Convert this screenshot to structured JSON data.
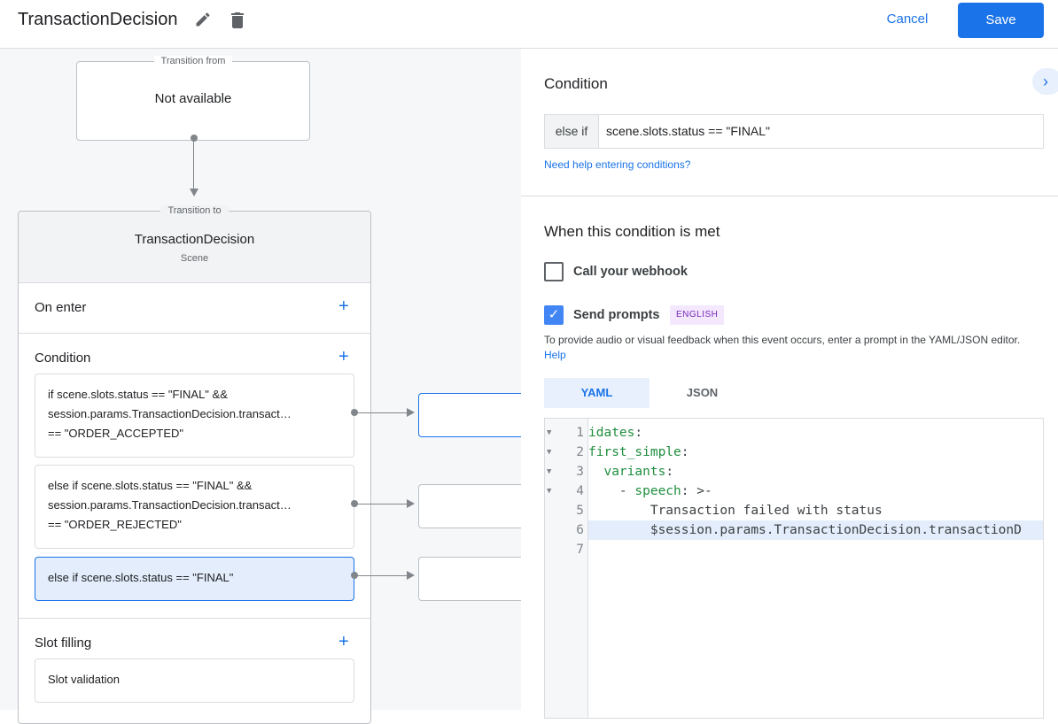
{
  "header": {
    "title": "TransactionDecision",
    "cancel": "Cancel",
    "save": "Save"
  },
  "canvas": {
    "transition_from": {
      "legend": "Transition from",
      "value": "Not available"
    },
    "transition_to": {
      "legend": "Transition to",
      "scene_name": "TransactionDecision",
      "scene_type": "Scene"
    },
    "on_enter": "On enter",
    "condition": "Condition",
    "conditions": [
      {
        "lines": [
          "if scene.slots.status == \"FINAL\" &&",
          "session.params.TransactionDecision.transact…",
          "== \"ORDER_ACCEPTED\""
        ]
      },
      {
        "lines": [
          "else if scene.slots.status == \"FINAL\" &&",
          "session.params.TransactionDecision.transact…",
          "== \"ORDER_REJECTED\""
        ]
      },
      {
        "lines": [
          "else if scene.slots.status == \"FINAL\""
        ]
      }
    ],
    "slot_filling": "Slot filling",
    "slot_validation": "Slot validation"
  },
  "panel": {
    "condition_title": "Condition",
    "condition_prefix": "else if",
    "condition_value": "scene.slots.status == \"FINAL\"",
    "help_link": "Need help entering conditions?",
    "when_title": "When this condition is met",
    "webhook_label": "Call your webhook",
    "webhook_checked": false,
    "prompts_label": "Send prompts",
    "prompts_checked": true,
    "language_badge": "ENGLISH",
    "description": "To provide audio or visual feedback when this event occurs, enter a prompt in the YAML/JSON editor.",
    "help": "Help",
    "tabs": [
      {
        "label": "YAML",
        "active": true
      },
      {
        "label": "JSON",
        "active": false
      }
    ],
    "code_lines": [
      {
        "n": "1",
        "parts": [
          [
            "k",
            "idates"
          ],
          [
            "p",
            ":"
          ]
        ],
        "fold": true
      },
      {
        "n": "2",
        "parts": [
          [
            "k",
            "first_simple"
          ],
          [
            "p",
            ":"
          ]
        ],
        "fold": true
      },
      {
        "n": "3",
        "parts": [
          [
            "p",
            "  "
          ],
          [
            "k",
            "variants"
          ],
          [
            "p",
            ":"
          ]
        ],
        "fold": true
      },
      {
        "n": "4",
        "parts": [
          [
            "p",
            "    - "
          ],
          [
            "k",
            "speech"
          ],
          [
            "p",
            ": >-"
          ]
        ],
        "fold": true
      },
      {
        "n": "5",
        "parts": [
          [
            "p",
            "        Transaction failed with status"
          ]
        ],
        "fold": false
      },
      {
        "n": "6",
        "parts": [
          [
            "p",
            "        $session.params.TransactionDecision.transactionD"
          ]
        ],
        "fold": false
      },
      {
        "n": "7",
        "parts": [],
        "fold": false
      }
    ]
  },
  "colors": {
    "accent": "#1a73e8",
    "selected": "#e3edfb",
    "yaml_key": "#1e8e3e"
  }
}
